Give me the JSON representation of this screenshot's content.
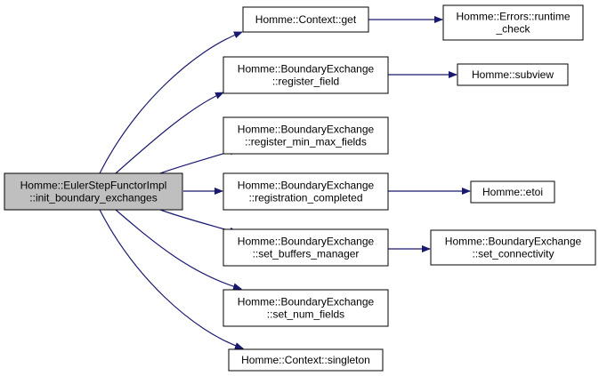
{
  "colors": {
    "edge": "#191970",
    "root_fill": "#bfbfbf",
    "node_fill": "#ffffff",
    "border": "#000000"
  },
  "nodes": [
    {
      "id": "root",
      "lines": [
        "Homme::EulerStepFunctorImpl",
        "::init_boundary_exchanges"
      ],
      "root": true
    },
    {
      "id": "context_get",
      "lines": [
        "Homme::Context::get"
      ]
    },
    {
      "id": "register_field",
      "lines": [
        "Homme::BoundaryExchange",
        "::register_field"
      ]
    },
    {
      "id": "register_min_max_fields",
      "lines": [
        "Homme::BoundaryExchange",
        "::register_min_max_fields"
      ]
    },
    {
      "id": "registration_completed",
      "lines": [
        "Homme::BoundaryExchange",
        "::registration_completed"
      ]
    },
    {
      "id": "set_buffers_manager",
      "lines": [
        "Homme::BoundaryExchange",
        "::set_buffers_manager"
      ]
    },
    {
      "id": "set_num_fields",
      "lines": [
        "Homme::BoundaryExchange",
        "::set_num_fields"
      ]
    },
    {
      "id": "context_singleton",
      "lines": [
        "Homme::Context::singleton"
      ]
    },
    {
      "id": "runtime_check",
      "lines": [
        "Homme::Errors::runtime",
        "_check"
      ]
    },
    {
      "id": "subview",
      "lines": [
        "Homme::subview"
      ]
    },
    {
      "id": "etoi",
      "lines": [
        "Homme::etoi"
      ]
    },
    {
      "id": "set_connectivity",
      "lines": [
        "Homme::BoundaryExchange",
        "::set_connectivity"
      ]
    }
  ],
  "edges": [
    {
      "from": "root",
      "to": "context_get"
    },
    {
      "from": "root",
      "to": "register_field"
    },
    {
      "from": "root",
      "to": "register_min_max_fields"
    },
    {
      "from": "root",
      "to": "registration_completed"
    },
    {
      "from": "root",
      "to": "set_buffers_manager"
    },
    {
      "from": "root",
      "to": "set_num_fields"
    },
    {
      "from": "root",
      "to": "context_singleton"
    },
    {
      "from": "context_get",
      "to": "runtime_check"
    },
    {
      "from": "register_field",
      "to": "subview"
    },
    {
      "from": "registration_completed",
      "to": "etoi"
    },
    {
      "from": "set_buffers_manager",
      "to": "set_connectivity"
    }
  ]
}
